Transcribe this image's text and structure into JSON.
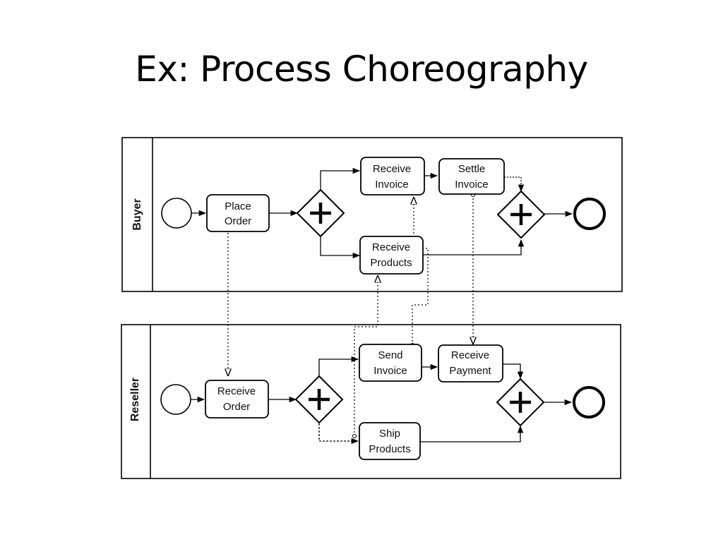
{
  "slide": {
    "title": "Ex: Process Choreography"
  },
  "lanes": [
    {
      "label": "Buyer",
      "tasks": [
        {
          "id": "place-order",
          "lines": [
            "Place",
            "Order"
          ]
        },
        {
          "id": "receive-invoice",
          "lines": [
            "Receive",
            "Invoice"
          ]
        },
        {
          "id": "settle-invoice",
          "lines": [
            "Settle",
            "Invoice"
          ]
        },
        {
          "id": "receive-products",
          "lines": [
            "Receive",
            "Products"
          ]
        }
      ]
    },
    {
      "label": "Reseller",
      "tasks": [
        {
          "id": "receive-order",
          "lines": [
            "Receive",
            "Order"
          ]
        },
        {
          "id": "send-invoice",
          "lines": [
            "Send",
            "Invoice"
          ]
        },
        {
          "id": "receive-payment",
          "lines": [
            "Receive",
            "Payment"
          ]
        },
        {
          "id": "ship-products",
          "lines": [
            "Ship",
            "Products"
          ]
        }
      ]
    }
  ]
}
